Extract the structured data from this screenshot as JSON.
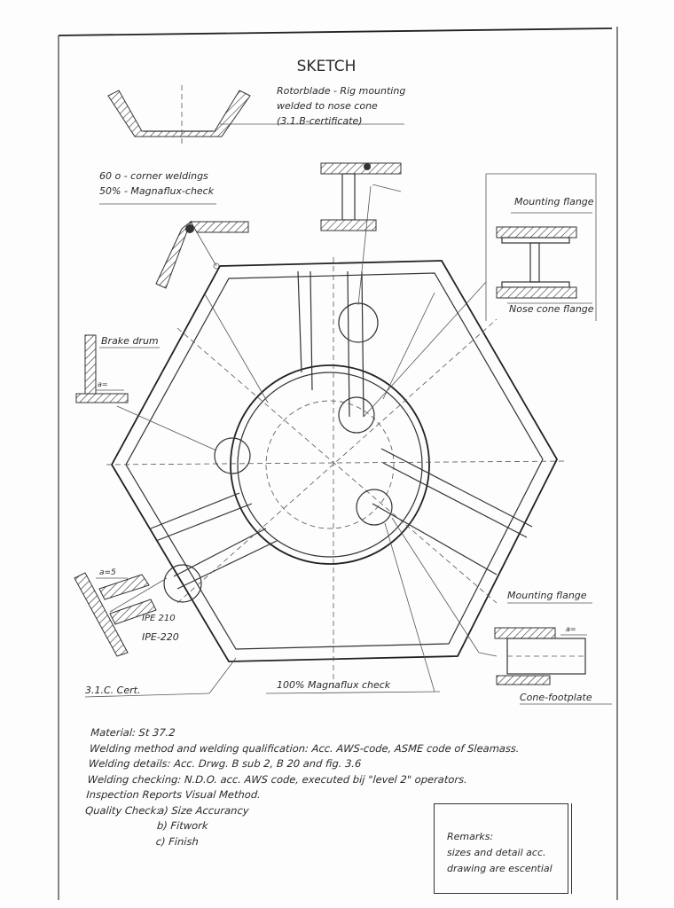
{
  "title": "SKETCH",
  "callouts": {
    "rotorblade": [
      "Rotorblade - Rig mounting",
      "welded to nose cone",
      "(3.1.B-certificate)"
    ],
    "corner_weldings": [
      "60 o - corner weldings",
      "50% - Magnaflux-check"
    ],
    "mounting_flange_top": "Mounting flange",
    "nose_cone_flange": "Nose cone flange",
    "brake_drum": "Brake drum",
    "brake_drum_weld": "a=",
    "corner_weld_size": "a=5",
    "ipe_210": "IPE 210",
    "ipe_220": "IPE-220",
    "cert": "3.1.C. Cert.",
    "magnaflux_full": "100% Magnaflux check",
    "mounting_flange_bottom": "Mounting flange",
    "footplate_weld": "a=",
    "cone_footplate": "Cone-footplate"
  },
  "notes": {
    "material": "Material: St 37.2",
    "welding_method": "Welding method and welding qualification: Acc. AWS-code, ASME code of Sleamass.",
    "welding_details": "Welding details: Acc. Drwg. B sub 2, B 20 and fig. 3.6",
    "welding_checking": "Welding checking: N.D.O. acc. AWS code, executed bij \"level 2\" operators.",
    "inspection": "Inspection Reports Visual Method.",
    "quality_label": "Quality Check:",
    "quality_items": [
      "a) Size Accurancy",
      "b) Fitwork",
      "c) Finish"
    ]
  },
  "remarks": {
    "title": "Remarks:",
    "lines": [
      "sizes and detail acc.",
      "drawing are escential"
    ]
  }
}
